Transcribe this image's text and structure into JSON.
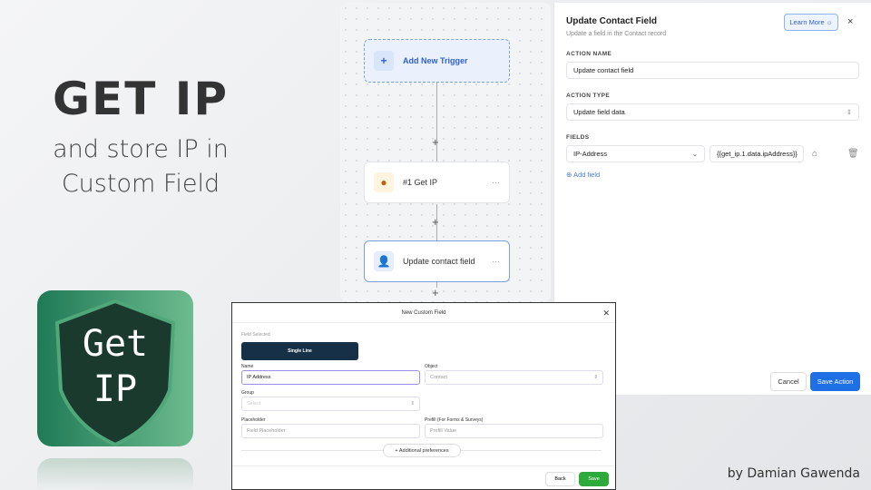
{
  "slide": {
    "title": "GET IP",
    "subtitle": "and store IP in Custom Field",
    "logo_text_1": "Get",
    "logo_text_2": "IP",
    "credit": "by Damian Gawenda"
  },
  "workflow": {
    "trigger": "Add New Trigger",
    "nodes": [
      {
        "label": "#1 Get IP"
      },
      {
        "label": "Update contact field"
      }
    ],
    "plus": "+",
    "more": "···"
  },
  "panel": {
    "title": "Update Contact Field",
    "description": "Update a field in the Contact record",
    "learn_more": "Learn More",
    "close": "×",
    "action_name_label": "ACTION NAME",
    "action_name": "Update contact field",
    "action_type_label": "ACTION TYPE",
    "action_type": "Update field data",
    "fields_label": "FIELDS",
    "field_name": "IP-Address",
    "field_value": "{{get_ip.1.data.ipAddress}}",
    "add_field": "Add field",
    "cancel": "Cancel",
    "save": "Save Action"
  },
  "modal": {
    "title": "New Custom Field",
    "close": "✕",
    "field_selected_label": "Field Selected",
    "field_type": "Single Line",
    "name_label": "Name",
    "name_value": "IP Address",
    "object_label": "Object",
    "object_value": "Contact",
    "group_label": "Group",
    "group_placeholder": "Select",
    "placeholder_label": "Placeholder",
    "placeholder_placeholder": "Field Placeholder",
    "prefill_label": "Prefill (For Forms & Surveys)",
    "prefill_placeholder": "Prefill Value",
    "additional": "+ Additional preferences",
    "back": "Back",
    "save": "Save"
  }
}
